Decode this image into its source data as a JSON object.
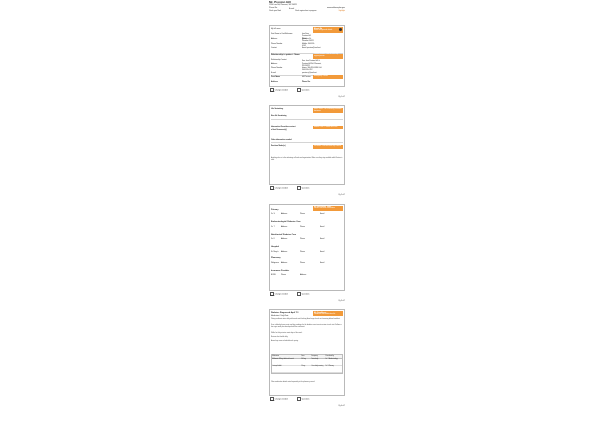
{
  "header": {
    "name": "Mr. Preston Hill",
    "address": "1234 Law Rd, Pleasant, WV 54321",
    "phone_label": "Phone No.",
    "email_label": "E-mail",
    "website": "www.wellnessplan.gov",
    "check_prefix": "Check your Mark",
    "check_suffix": "Check again when in progress",
    "check_highlight": "Highlight"
  },
  "pages": [
    {
      "id": "p1",
      "card_title": "About Me",
      "card_sub": "Name and general details",
      "rows": [
        {
          "label": "My full name",
          "value": ""
        },
        {
          "label": "First Name in Use/Nickname",
          "value": "Ima Sam Preston Hill (Pres)"
        },
        {
          "label": "Address",
          "value": "Wellness St. Pleasant 54321"
        },
        {
          "label": "Phone Number",
          "value": "Mobile: 304-555-0142"
        },
        {
          "label": "Contact",
          "value": "Email: preston@mail.net"
        }
      ],
      "section2_title": "Relationship to patient - Name",
      "section2_box": "Contact Details - How to reach my support person",
      "rows2": [
        {
          "label": "Relationship Contact",
          "value": "Son: Ima Preston Hill Jr."
        },
        {
          "label": "Address",
          "value": "Preston Hill Rd. Pleasant, WV 54321"
        },
        {
          "label": "Phone Number",
          "value": "Home: 304-555-0186 Cell: 304-555-0112"
        },
        {
          "label": "E-mail",
          "value": "preston.jr@mail.net"
        }
      ],
      "section3_box": "Emergency Contact",
      "rows3": [
        {
          "label": "Print Name",
          "value": "Hill Preston"
        },
        {
          "label": "Address",
          "value": "Phone No."
        }
      ],
      "changes_label": "Changes needed",
      "questions_label": "Questions",
      "notes_label": "Notes",
      "page_no": "Pg 1 of 7"
    },
    {
      "id": "p2",
      "rows": [
        {
          "label": "Life Sustaining",
          "box": "What I Want - Life sustaining treatment decisions"
        },
        {
          "label": "Non-life Sustaining",
          "box": ""
        },
        {
          "label": "Information Describes content of last Document(s)",
          "box": "Medical Care - Comfort and Pain"
        },
        {
          "label": "Other information needed",
          "box": ""
        },
        {
          "label": "Decision Maker(s)",
          "box": "Decisions - Who will make my choices"
        }
      ],
      "para": "Anything else as to the advantage of funds and organization. Make sure they stay available while Preston is alive.",
      "changes_label": "Changes needed",
      "questions_label": "Questions",
      "notes_label": "Notes",
      "page_no": "Pg 2 of 7"
    },
    {
      "id": "p3",
      "card_title": "My Healthcare Team",
      "card_sub": "Doctors and team information",
      "groups": [
        {
          "title": "Primary",
          "fields": [
            "Dr. S",
            "Address",
            "Phone",
            "Email"
          ]
        },
        {
          "title": "Endocrinologist/ Diabetes Care",
          "fields": [
            "Dr. T",
            "Address",
            "Phone",
            "Email"
          ]
        },
        {
          "title": "Nutritionist/ Diabetes Care",
          "fields": [
            "Dr. K",
            "Address",
            "Phone",
            "Email"
          ]
        },
        {
          "title": "Hospital",
          "fields": [
            "St. Mary's",
            "Address",
            "Phone",
            "Email"
          ]
        },
        {
          "title": "Pharmacy",
          "fields": [
            "Walgreens",
            "Address",
            "Phone",
            "Email"
          ]
        },
        {
          "title": "Insurance Provider",
          "fields": [
            "BCBS",
            "Phone",
            "Address"
          ]
        }
      ],
      "changes_label": "Changes needed",
      "questions_label": "Questions",
      "notes_label": "Notes",
      "page_no": "Pg 3 of 7"
    },
    {
      "id": "p4",
      "card_title": "My Conditions",
      "card_sub": "Conditions and medication list",
      "heading": "Diabetes Diagnosed April '13",
      "subheading": "Medication / Daily Rate",
      "paras": [
        "Taking metformin twice daily with meals and checking blood sugar levels each morning before breakfast.",
        "Uses a blood glucose meter and logs readings for the diabetes care team to review at each visit. Follows a low sugar meal plan developed with the nutritionist.",
        "Walks for thirty minutes most days of the week.",
        "Reviews foot health daily.",
        "Annual eye exam scheduled each spring."
      ],
      "table_head": [
        "Medication",
        "Dose",
        "Frequency",
        "Prescribed by"
      ],
      "table_rows": [
        [
          "Metformin 500mg tablet with meals",
          "500 mg",
          "Twice daily",
          "Dr. T Endocrinology"
        ],
        [
          "Lisinopril tablet",
          "10 mg",
          "Once daily morning",
          "Dr. S Primary"
        ]
      ],
      "after": "Other medication details noted separately in the pharmacy record.",
      "changes_label": "Changes needed",
      "questions_label": "Questions",
      "notes_label": "Notes",
      "page_no": "Pg 4 of 7"
    }
  ]
}
